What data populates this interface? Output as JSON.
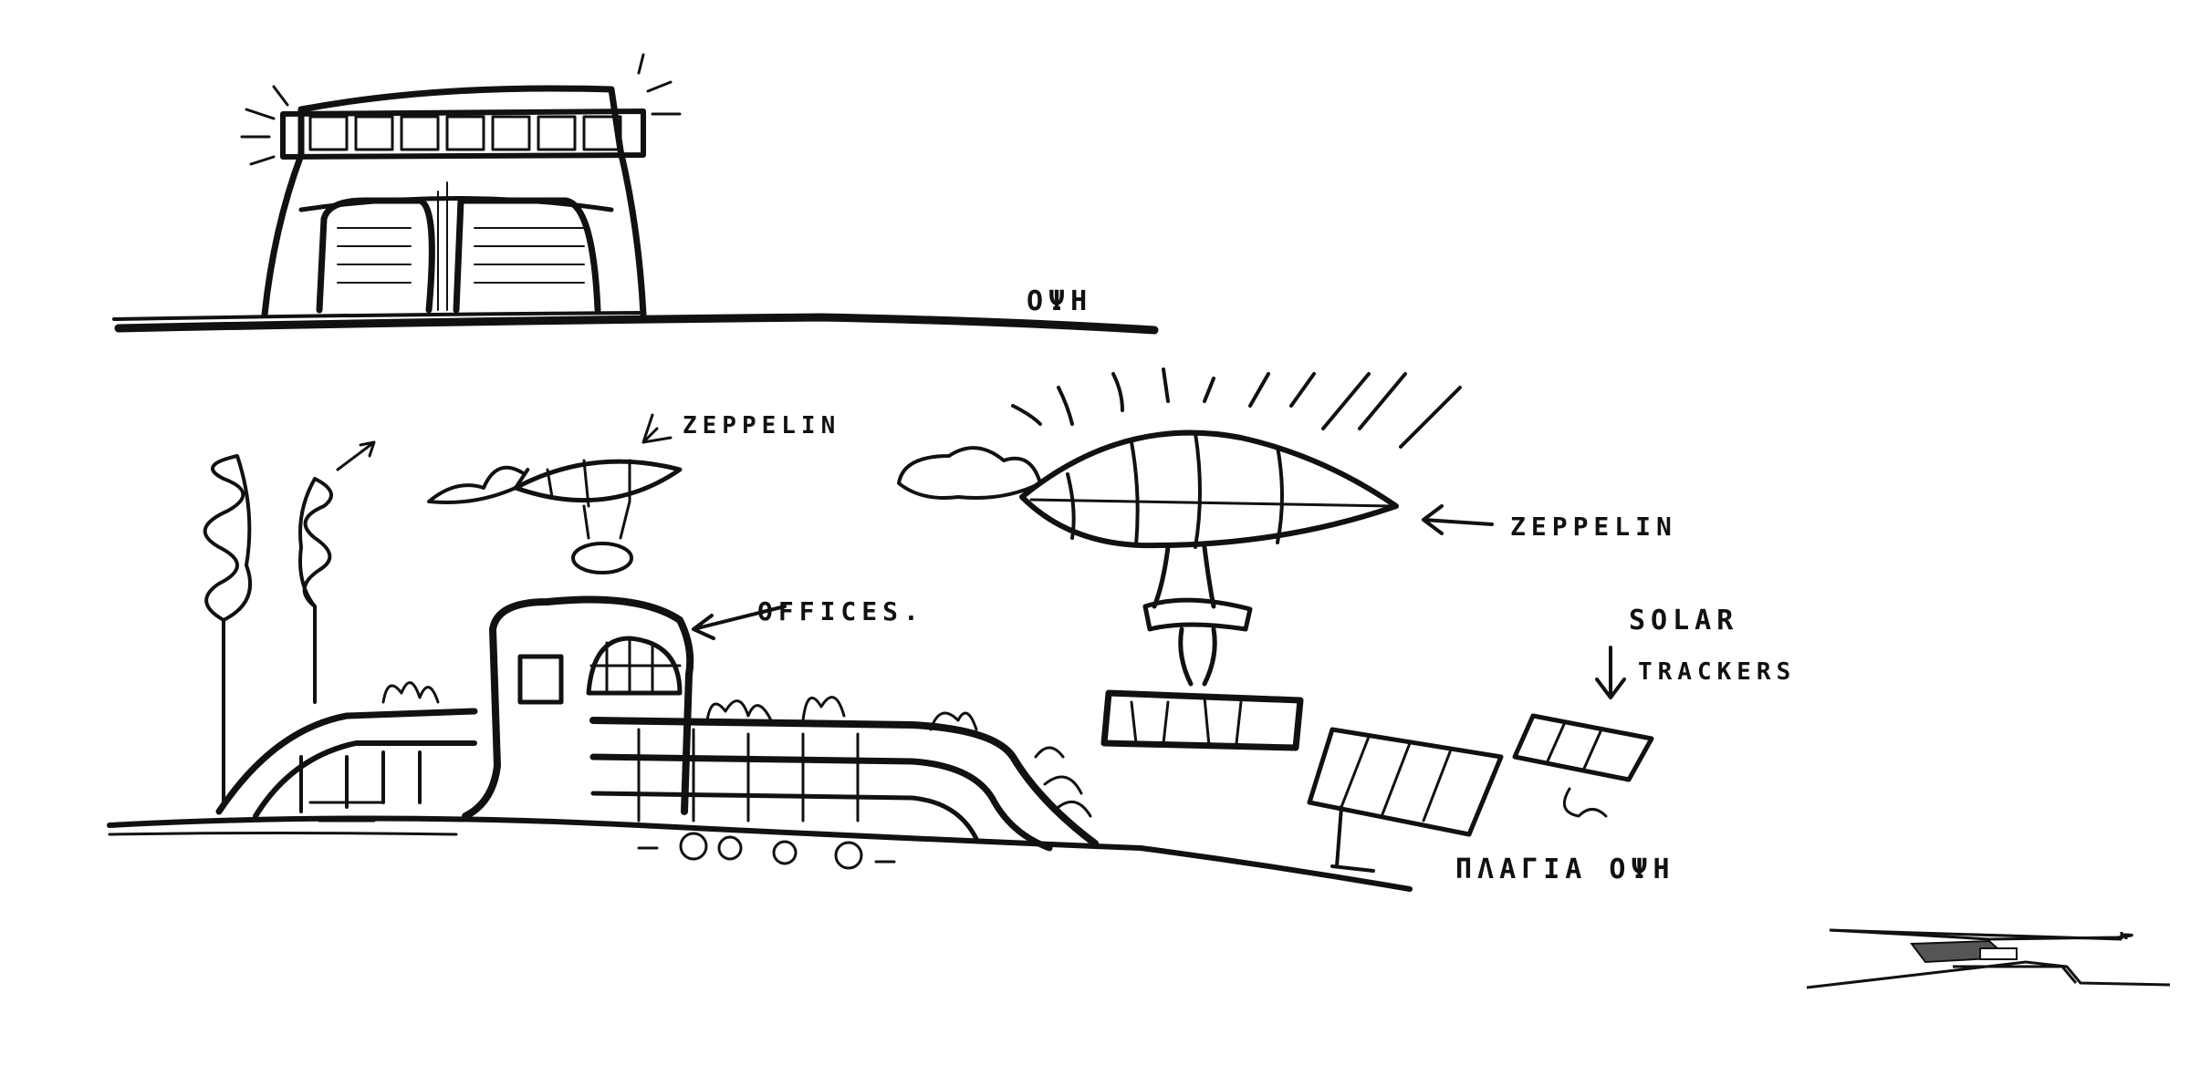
{
  "labels": {
    "front_view_top": "ΟΨΗ",
    "zeppelin_small": "ZEPPELIN",
    "zeppelin_large": "ZEPPELIN",
    "offices": "OFFICES.",
    "solar_line1": "SOLAR",
    "solar_line2": "TRACKERS",
    "side_view": "ΠΛΑΓΙΑ ΟΨΗ"
  },
  "colors": {
    "ink": "#111111",
    "paper": "#ffffff"
  }
}
